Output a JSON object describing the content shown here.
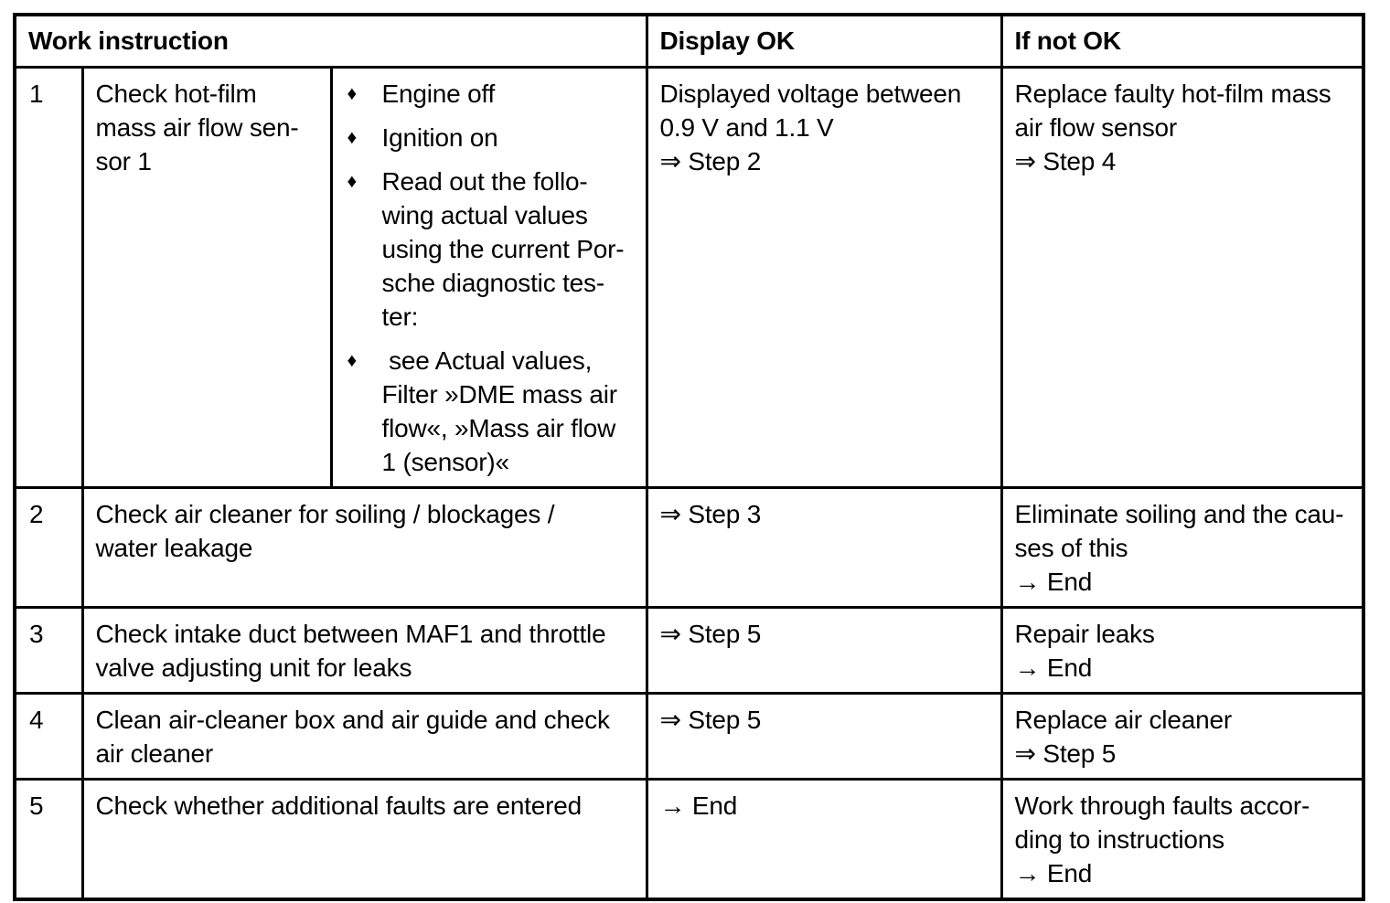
{
  "page": {
    "background_color": "#ffffff",
    "text_color": "#000000",
    "border_color": "#000000"
  },
  "icons": {
    "bullet": "♦"
  },
  "table": {
    "headers": [
      "Work instruction",
      "Display OK",
      "If not OK"
    ],
    "rows": [
      {
        "num": "1",
        "instruction_lines": [
          "Check hot-film",
          "mass air flow sen-",
          "sor 1"
        ],
        "bullets": [
          {
            "lines": [
              "Engine off"
            ]
          },
          {
            "lines": [
              "Ignition on"
            ]
          },
          {
            "lines": [
              "Read out the follo-",
              "wing actual values",
              "using the current Por-",
              "sche diagnostic tes-",
              "ter:"
            ]
          },
          {
            "lines": [
              " see Actual values,",
              "Filter »DME mass air",
              "flow«, »Mass air flow",
              "1 (sensor)«"
            ]
          }
        ],
        "display_ok_lines": [
          "Displayed voltage between",
          "0.9 V and 1.1 V",
          "⇒ Step 2"
        ],
        "if_not_ok_lines": [
          "Replace faulty hot-film mass",
          "air flow sensor",
          "⇒ Step 4"
        ]
      },
      {
        "num": "2",
        "instruction_lines": [
          "Check air cleaner for soiling / blockages /",
          "water leakage"
        ],
        "bullets": [],
        "display_ok_lines": [
          "⇒ Step 3"
        ],
        "if_not_ok_lines": [
          "Eliminate soiling and the cau-",
          "ses of this",
          "→ End"
        ]
      },
      {
        "num": "3",
        "instruction_lines": [
          "Check intake duct between MAF1 and throttle",
          "valve adjusting unit for leaks"
        ],
        "bullets": [],
        "display_ok_lines": [
          "⇒ Step 5"
        ],
        "if_not_ok_lines": [
          "Repair leaks",
          "→ End"
        ]
      },
      {
        "num": "4",
        "instruction_lines": [
          "Clean air-cleaner box and air guide and check",
          "air cleaner"
        ],
        "bullets": [],
        "display_ok_lines": [
          "⇒ Step 5"
        ],
        "if_not_ok_lines": [
          "Replace air cleaner",
          "⇒ Step 5"
        ]
      },
      {
        "num": "5",
        "instruction_lines": [
          "Check whether additional faults are entered"
        ],
        "bullets": [],
        "display_ok_lines": [
          "→ End"
        ],
        "if_not_ok_lines": [
          "Work through faults accor-",
          "ding to instructions",
          "→ End"
        ]
      }
    ]
  }
}
